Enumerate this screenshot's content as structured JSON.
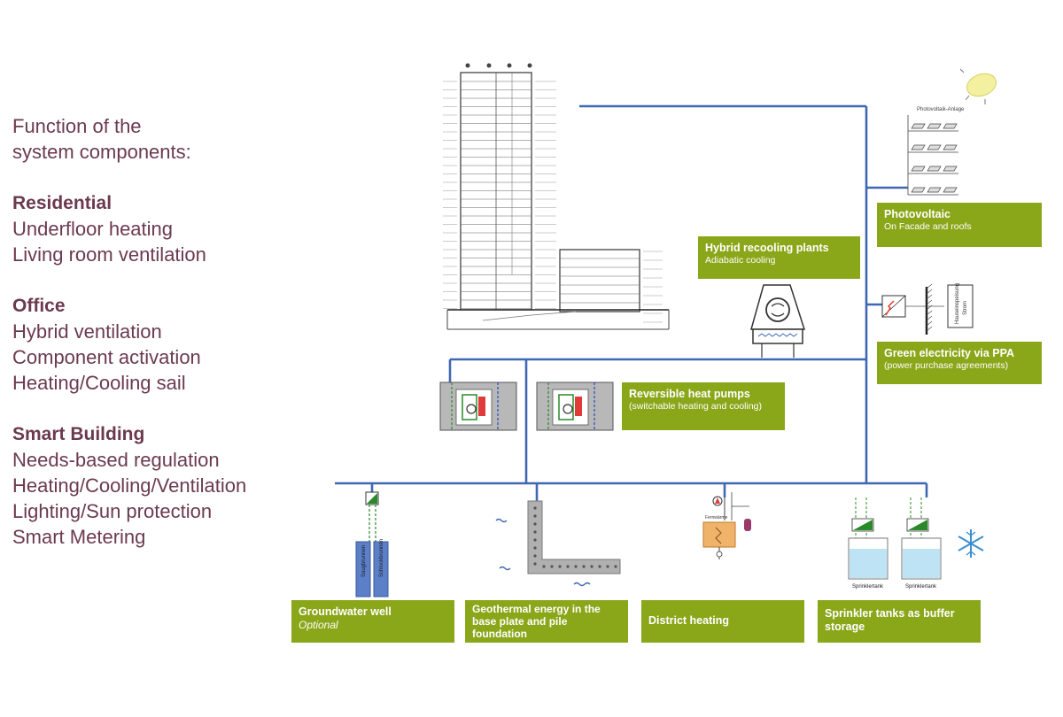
{
  "left": {
    "intro": [
      "Function of the",
      "system components:"
    ],
    "sections": [
      {
        "title": "Residential",
        "items": [
          "Underfloor heating",
          "Living room ventilation"
        ]
      },
      {
        "title": "Office",
        "items": [
          "Hybrid ventilation",
          "Component activation",
          "Heating/Cooling sail"
        ]
      },
      {
        "title": "Smart Building",
        "items": [
          "Needs-based regulation",
          "Heating/Cooling/Ventilation",
          "Lighting/Sun protection",
          "Smart Metering"
        ]
      }
    ]
  },
  "labels": {
    "photovoltaic": {
      "title": "Photovoltaic",
      "sub": "On Facade and roofs"
    },
    "recooling": {
      "title": "Hybrid recooling plants",
      "sub": "Adiabatic cooling"
    },
    "green": {
      "title": "Green electricity via PPA",
      "sub": "(power purchase agreements)"
    },
    "heatpumps": {
      "title": "Reversible heat pumps",
      "sub": "(switchable heating and cooling)"
    },
    "groundwater": {
      "title": "Groundwater well",
      "sub": "Optional"
    },
    "geothermal": {
      "title": "Geothermal energy in the base plate and pile foundation"
    },
    "district": {
      "title": "District heating"
    },
    "sprinkler": {
      "title": "Sprinkler tanks as buffer storage"
    }
  },
  "diagram_text": {
    "pv_title": "Photovoltaik-Anlage",
    "hausenspeisung": "Hauseinspeisung",
    "strom": "Strom",
    "saugbrunnen": "Saugbrunnen",
    "schluckbrunnen": "Schluckbrunnen",
    "fernwaerme": "Fernwärme",
    "sprinklertank_1": "Sprinklertank",
    "sprinklertank_2": "Sprinklertank"
  },
  "colors": {
    "pipe": "#3e68b3",
    "label_bg": "#8aa619",
    "heading_text": "#6b3a4e",
    "sun": "#f3f0a0"
  }
}
